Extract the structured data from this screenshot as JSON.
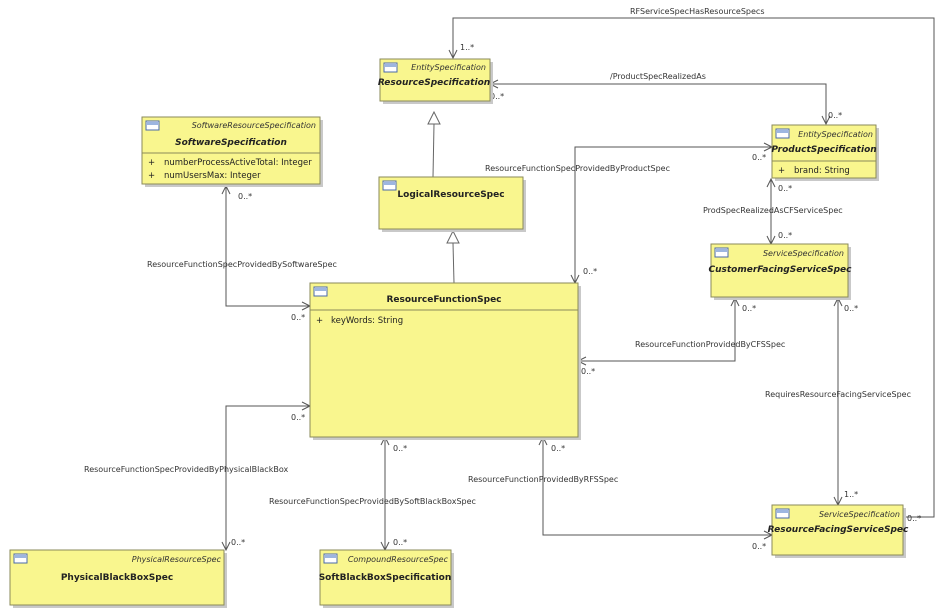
{
  "classes": {
    "resource_specification": {
      "stereotype": "EntitySpecification",
      "name": "ResourceSpecification",
      "attributes": []
    },
    "software_specification": {
      "stereotype": "SoftwareResourceSpecification",
      "name": "SoftwareSpecification",
      "attributes": [
        "numberProcessActiveTotal: Integer",
        "numUsersMax: Integer"
      ]
    },
    "logical_resource_spec": {
      "stereotype": "",
      "name": "LogicalResourceSpec",
      "attributes": []
    },
    "resource_function_spec": {
      "stereotype": "",
      "name": "ResourceFunctionSpec",
      "attributes": [
        "keyWords: String"
      ]
    },
    "product_specification": {
      "stereotype": "EntitySpecification",
      "name": "ProductSpecification",
      "attributes": [
        "brand: String"
      ]
    },
    "customer_facing_service_spec": {
      "stereotype": "ServiceSpecification",
      "name": "CustomerFacingServiceSpec",
      "attributes": []
    },
    "resource_facing_service_spec": {
      "stereotype": "ServiceSpecification",
      "name": "ResourceFacingServiceSpec",
      "attributes": []
    },
    "physical_black_box_spec": {
      "stereotype": "PhysicalResourceSpec",
      "name": "PhysicalBlackBoxSpec",
      "attributes": []
    },
    "soft_black_box_specification": {
      "stereotype": "CompoundResourceSpec",
      "name": "SoftBlackBoxSpecification",
      "attributes": []
    }
  },
  "attribute_visibility": "+",
  "associations": {
    "rf_service_spec_has_resource_specs": {
      "label": "RFServiceSpecHasResourceSpecs",
      "mult_a": "1..*",
      "mult_b": "0..*"
    },
    "product_spec_realized_as": {
      "label": "/ProductSpecRealizedAs",
      "mult_a": "0..*",
      "mult_b": "0..*"
    },
    "resource_function_spec_provided_by_product_spec": {
      "label": "ResourceFunctionSpecProvidedByProductSpec",
      "mult_a": "0..*",
      "mult_b": "0..*"
    },
    "prod_spec_realized_as_cf_service_spec": {
      "label": "ProdSpecRealizedAsCFServiceSpec",
      "mult_a": "0..*",
      "mult_b": "0..*"
    },
    "resource_function_spec_provided_by_software_spec": {
      "label": "ResourceFunctionSpecProvidedBySoftwareSpec",
      "mult_a": "0..*",
      "mult_b": "0..*"
    },
    "resource_function_provided_by_cfs_spec": {
      "label": "ResourceFunctionProvidedByCFSSpec",
      "mult_a": "0..*",
      "mult_b": "0..*"
    },
    "requires_resource_facing_service_spec": {
      "label": "RequiresResourceFacingServiceSpec",
      "mult_a": "0..*",
      "mult_b": "1..*"
    },
    "resource_function_spec_provided_by_physical_black_box": {
      "label": "ResourceFunctionSpecProvidedByPhysicalBlackBox",
      "mult_a": "0..*",
      "mult_b": "0..*"
    },
    "resource_function_spec_provided_by_soft_black_box_spec": {
      "label": "ResourceFunctionSpecProvidedBySoftBlackBoxSpec",
      "mult_a": "0..*",
      "mult_b": "0..*"
    },
    "resource_function_provided_by_rfs_spec": {
      "label": "ResourceFunctionProvidedByRFSSpec",
      "mult_a": "0..*",
      "mult_b": "0..*"
    }
  },
  "colors": {
    "class_fill": "#f9f68e",
    "class_border": "#8a8a5a",
    "line": "#555555",
    "icon": "#4a6aa8"
  },
  "icons": {
    "class": "class-icon"
  }
}
